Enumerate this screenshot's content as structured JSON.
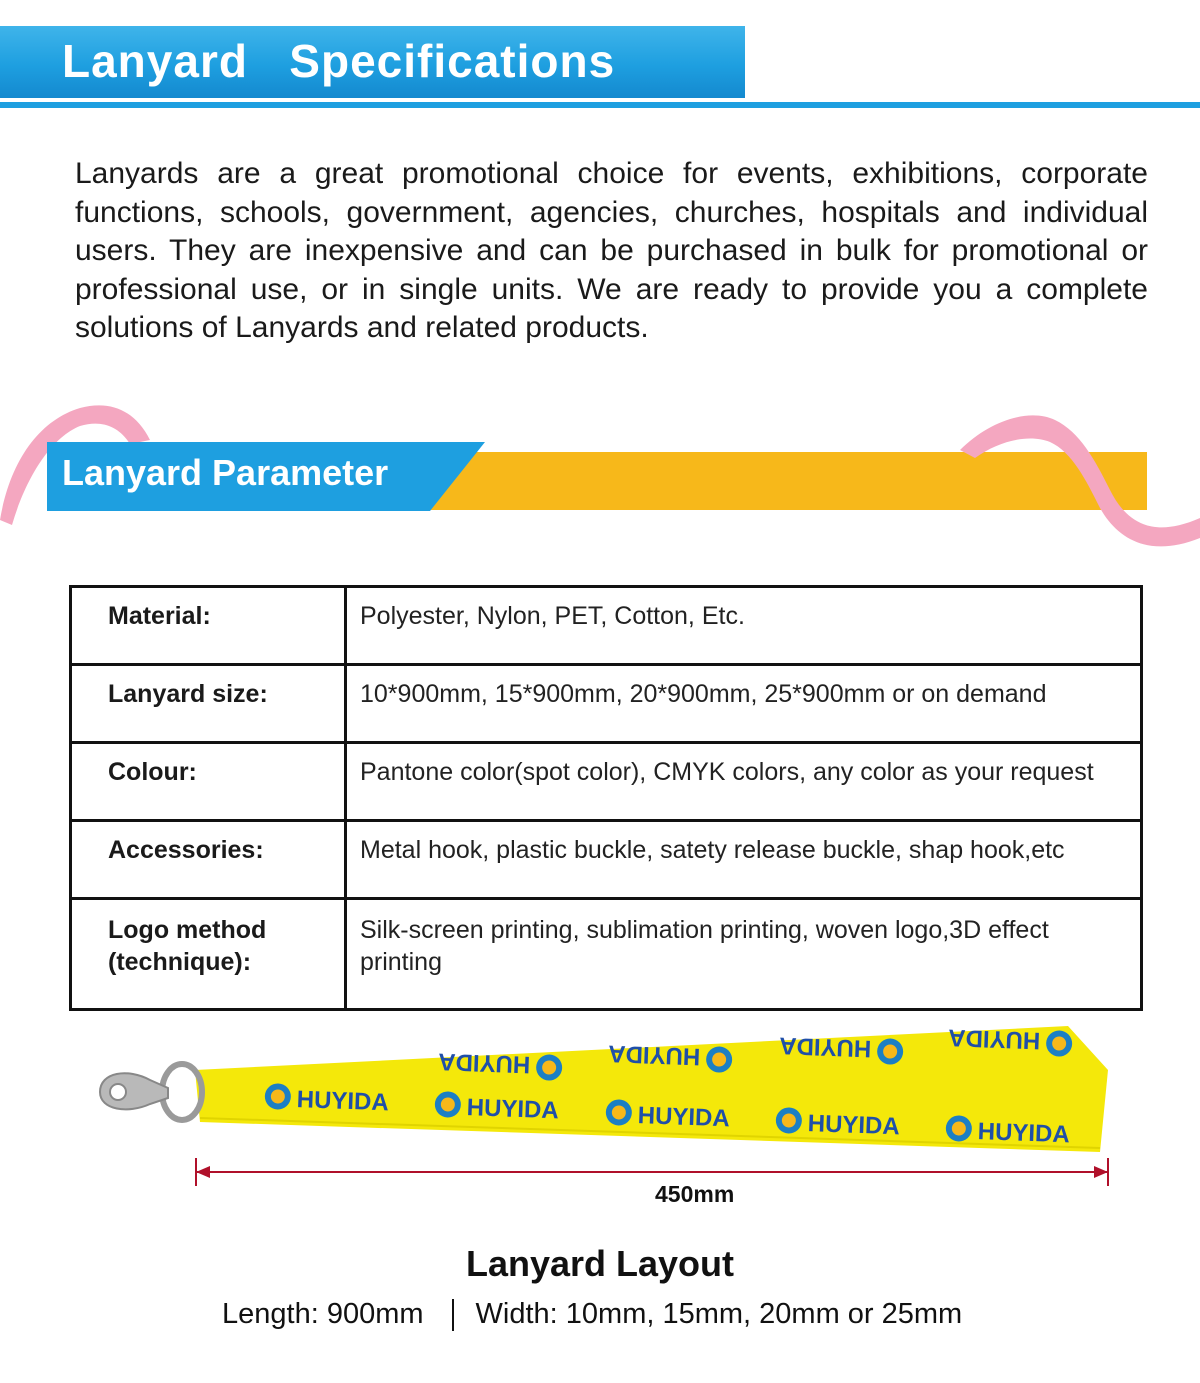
{
  "header": {
    "title": "Lanyard   Specifications"
  },
  "intro": "Lanyards are a great promotional choice for events, exhibitions, corporate functions, schools, government, agencies, churches, hospitals and individual users. They are inexpensive and can be purchased in bulk for promotional or professional use, or in single units. We are ready to provide you a complete solutions of Lanyards and related products.",
  "section": {
    "title": "Lanyard Parameter"
  },
  "params": [
    {
      "label": "Material:",
      "value": "Polyester, Nylon, PET, Cotton, Etc."
    },
    {
      "label": "Lanyard size:",
      "value": "10*900mm, 15*900mm, 20*900mm, 25*900mm or on demand"
    },
    {
      "label": "Colour:",
      "value": "Pantone color(spot color), CMYK colors, any color as your request"
    },
    {
      "label": "Accessories:",
      "value": "Metal hook, plastic buckle, satety release buckle, shap hook,etc"
    },
    {
      "label": "Logo method (technique):",
      "value": "Silk-screen printing, sublimation printing, woven logo,3D effect printing"
    }
  ],
  "lanyard": {
    "brand": "HUYIDA",
    "dimension": "450mm",
    "title": "Lanyard Layout",
    "length_label": "Length:",
    "length_value": "900mm",
    "width_label": "Width:",
    "width_value": "10mm, 15mm, 20mm or 25mm"
  },
  "colors": {
    "header_blue": "#1e9fe0",
    "ribbon_yellow": "#f7b81a",
    "ribbon_pink": "#f4a7c0",
    "lanyard_yellow": "#f4e80a",
    "dimension_red": "#b0102a"
  }
}
